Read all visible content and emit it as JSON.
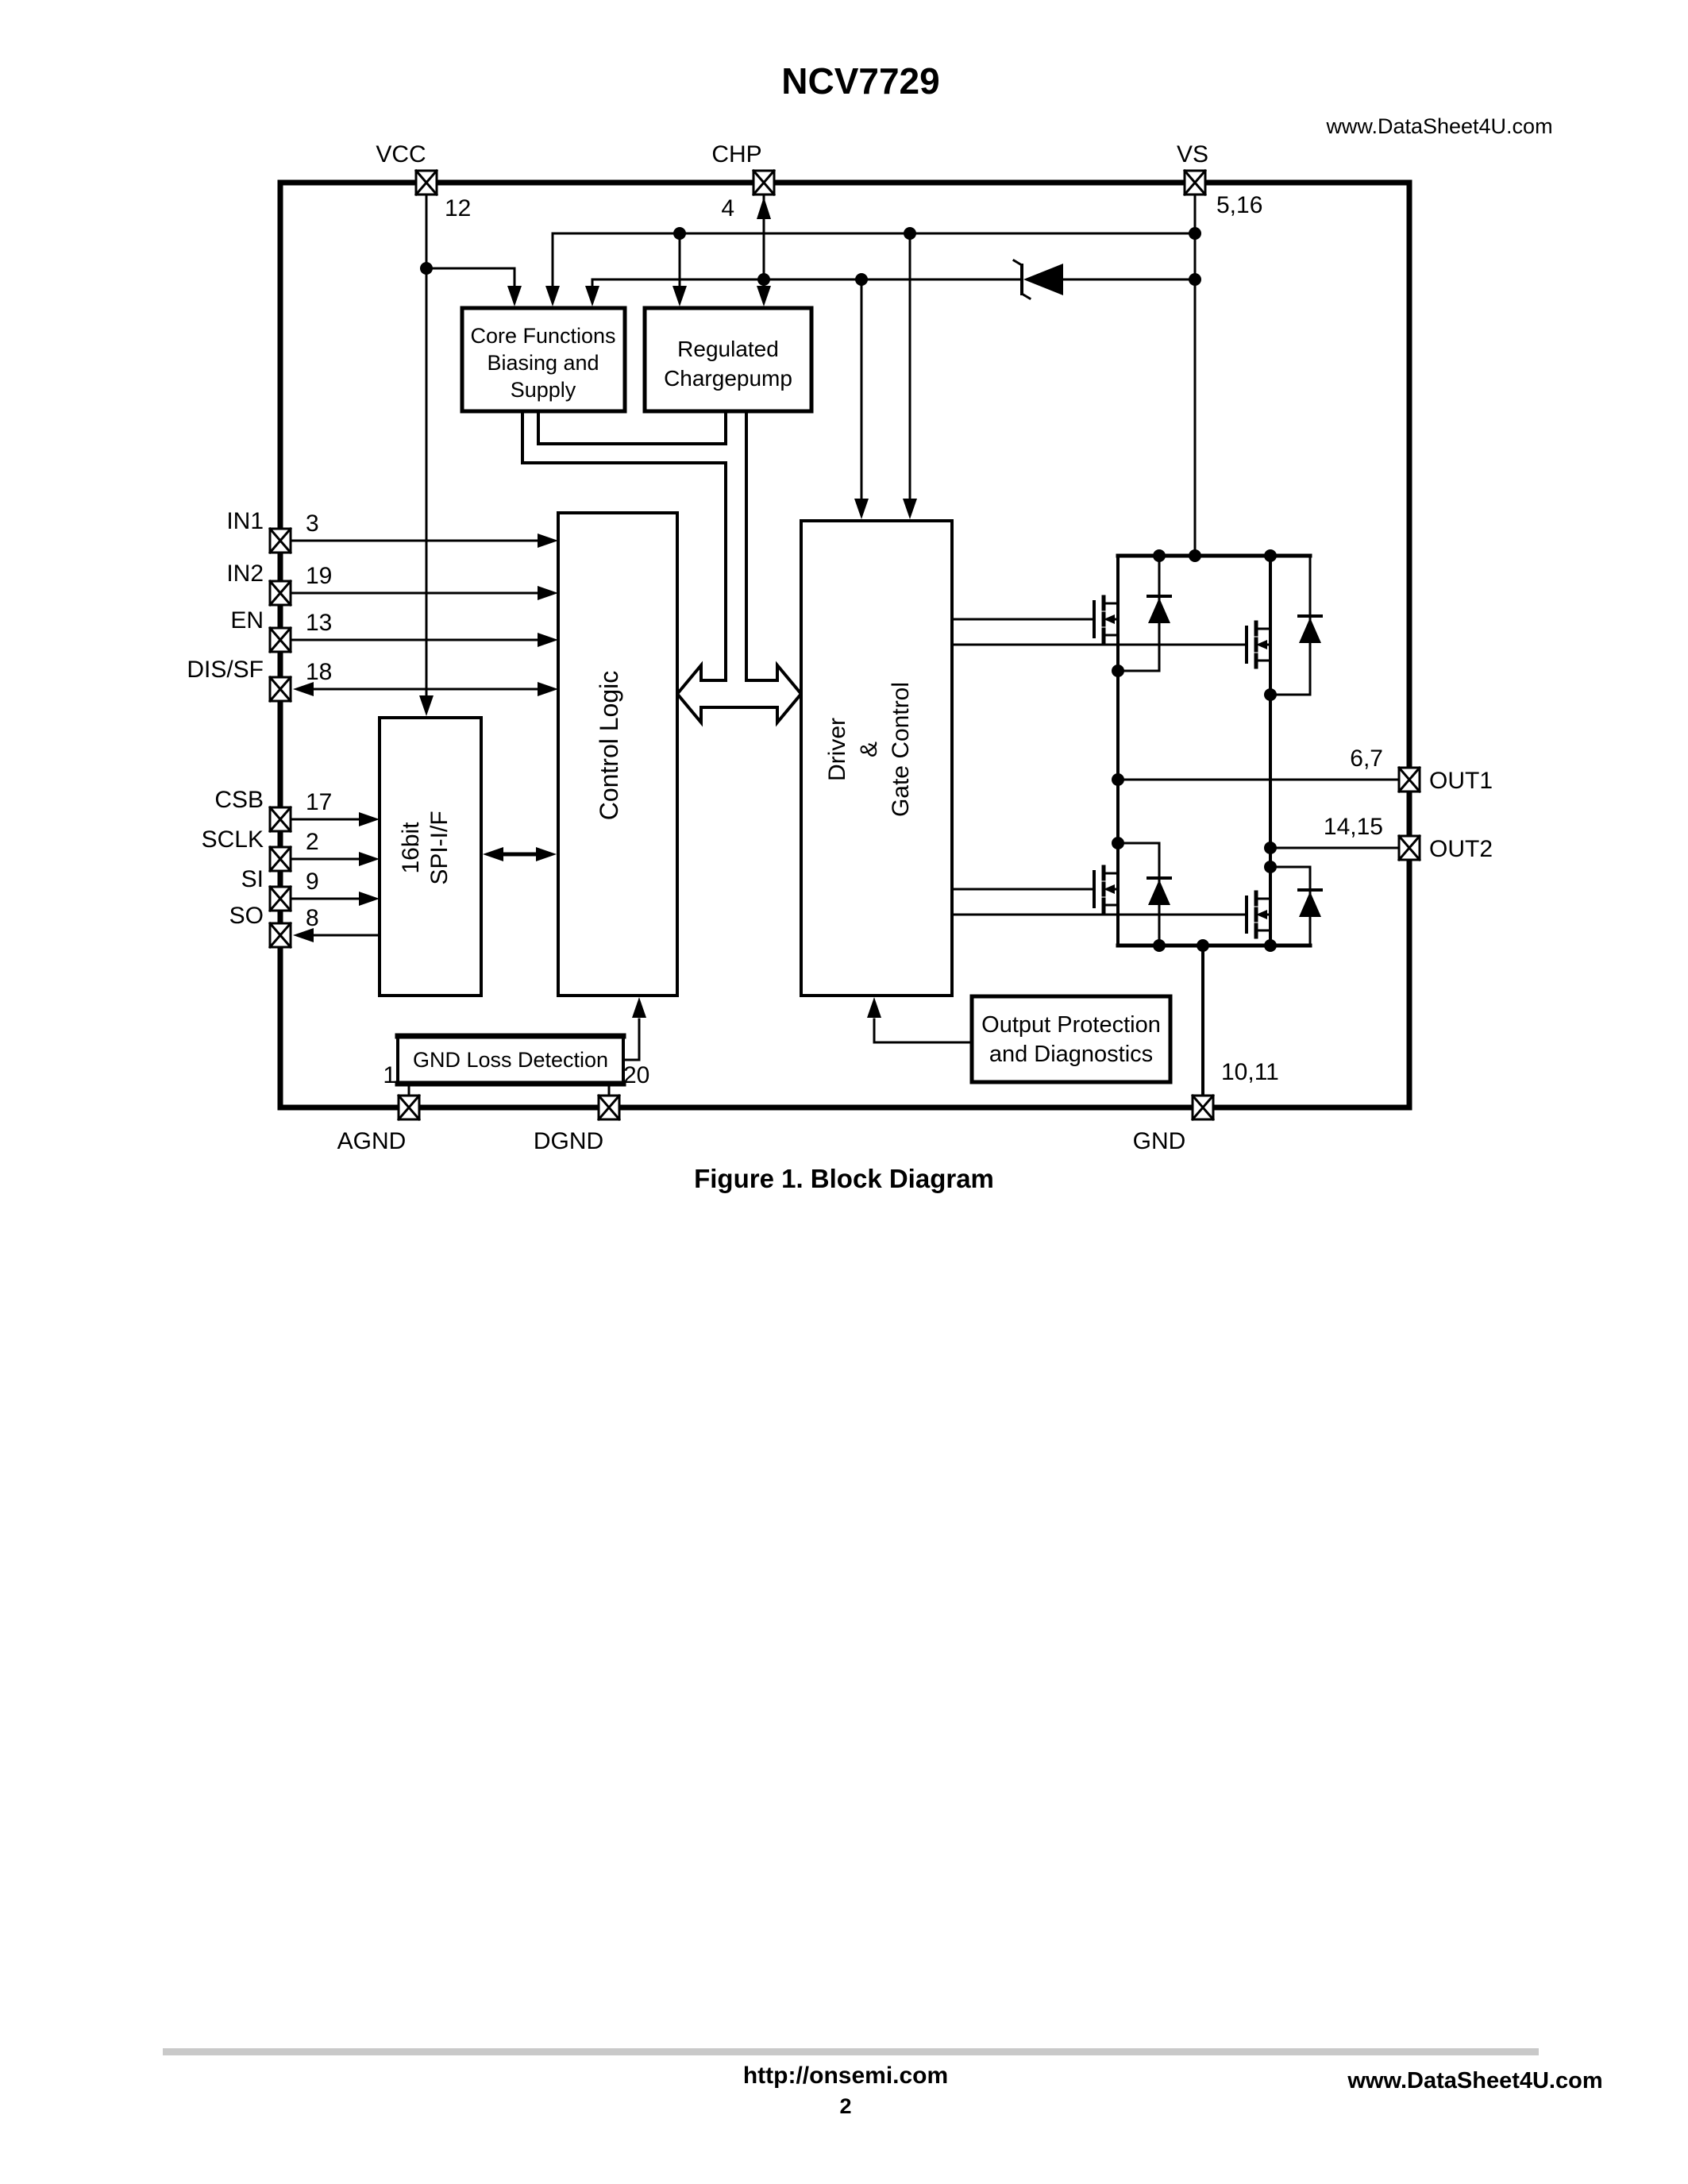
{
  "page": {
    "title": "NCV7729",
    "watermark_top": "www.DataSheet4U.com",
    "caption": "Figure 1. Block Diagram",
    "footer": {
      "url": "http://onsemi.com",
      "page_number": "2",
      "watermark": "www.DataSheet4U.com"
    }
  },
  "diagram": {
    "pins": {
      "top": [
        {
          "name": "VCC",
          "number": "12"
        },
        {
          "name": "CHP",
          "number": "4"
        },
        {
          "name": "VS",
          "number": "5,16"
        }
      ],
      "left": [
        {
          "name": "IN1",
          "number": "3"
        },
        {
          "name": "IN2",
          "number": "19"
        },
        {
          "name": "EN",
          "number": "13"
        },
        {
          "name": "DIS/SF",
          "number": "18"
        },
        {
          "name": "CSB",
          "number": "17"
        },
        {
          "name": "SCLK",
          "number": "2"
        },
        {
          "name": "SI",
          "number": "9"
        },
        {
          "name": "SO",
          "number": "8"
        }
      ],
      "right": [
        {
          "name": "OUT1",
          "number": "6,7"
        },
        {
          "name": "OUT2",
          "number": "14,15"
        }
      ],
      "bottom": [
        {
          "name": "AGND",
          "number": "1"
        },
        {
          "name": "DGND",
          "number": "20"
        },
        {
          "name": "GND",
          "number": "10,11"
        }
      ]
    },
    "blocks": {
      "core": {
        "lines": [
          "Core Functions",
          "Biasing and",
          "Supply"
        ]
      },
      "chargepump": {
        "lines": [
          "Regulated",
          "Chargepump"
        ]
      },
      "control_logic": {
        "label": "Control Logic"
      },
      "spi": {
        "lines": [
          "16bit",
          "SPI-I/F"
        ]
      },
      "driver": {
        "lines": [
          "Driver",
          "&",
          "Gate Control"
        ]
      },
      "gnd_loss": {
        "label": "GND Loss Detection"
      },
      "output_protection": {
        "lines": [
          "Output Protection",
          "and Diagnostics"
        ]
      }
    }
  },
  "colors": {
    "ink": "#000000",
    "watermark_top": "#a6a6a6",
    "watermark_bottom": "#8f8f8f",
    "footer_bar": "#c9c9c9",
    "paper": "#ffffff"
  }
}
